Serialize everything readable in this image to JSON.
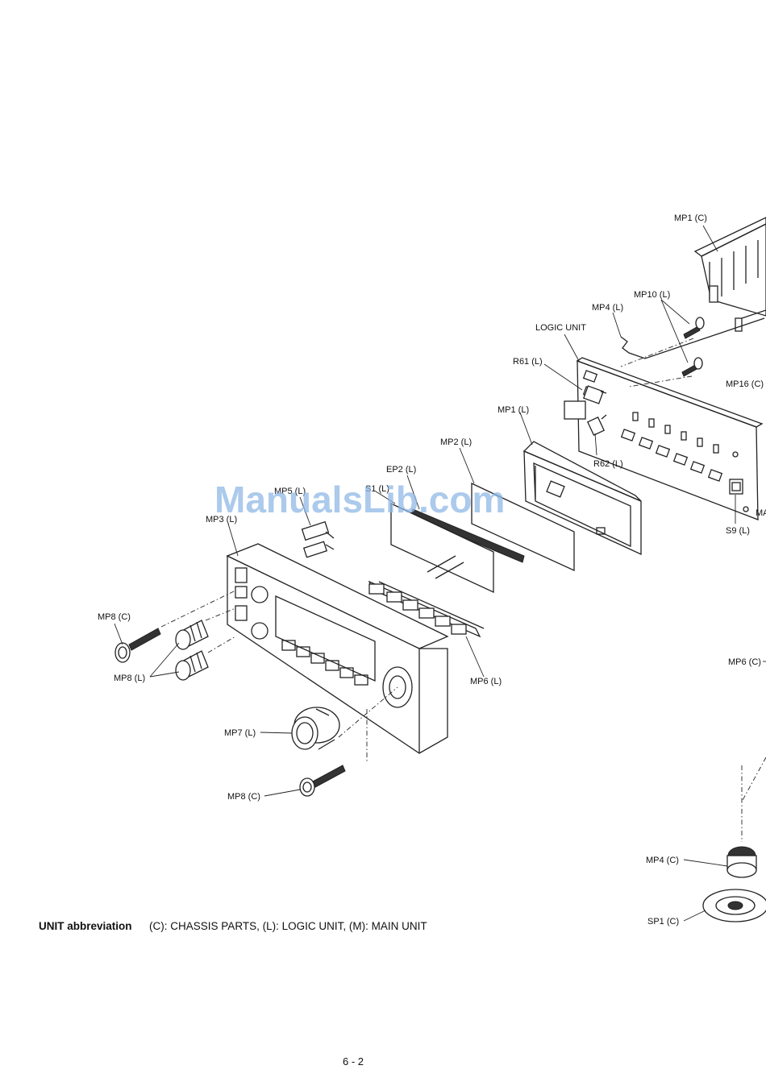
{
  "watermark": "ManualsLib.com",
  "labels": {
    "mp1c": "MP1 (C)",
    "mp10l": "MP10 (L)",
    "mp4l": "MP4 (L)",
    "logic_unit": "LOGIC UNIT",
    "r61l": "R61 (L)",
    "mp16c": "MP16 (C)",
    "mp1l": "MP1 (L)",
    "r62l": "R62 (L)",
    "mp2l": "MP2 (L)",
    "ep2l": "EP2 (L)",
    "s1l": "S1 (L)",
    "mp5l": "MP5 (L)",
    "mp3l": "MP3 (L)",
    "s9l": "S9 (L)",
    "ma_cut": "MA",
    "mp8c_top": "MP8 (C)",
    "mp8l": "MP8 (L)",
    "mp6l": "MP6 (L)",
    "mp6c": "MP6 (C)",
    "mp7l": "MP7 (L)",
    "mp8c_bottom": "MP8 (C)",
    "mp4c": "MP4 (C)",
    "sp1c": "SP1 (C)"
  },
  "legend": {
    "title": "UNIT abbreviation",
    "text": "(C): CHASSIS PARTS, (L): LOGIC UNIT, (M): MAIN UNIT"
  },
  "page_number": "6 - 2"
}
